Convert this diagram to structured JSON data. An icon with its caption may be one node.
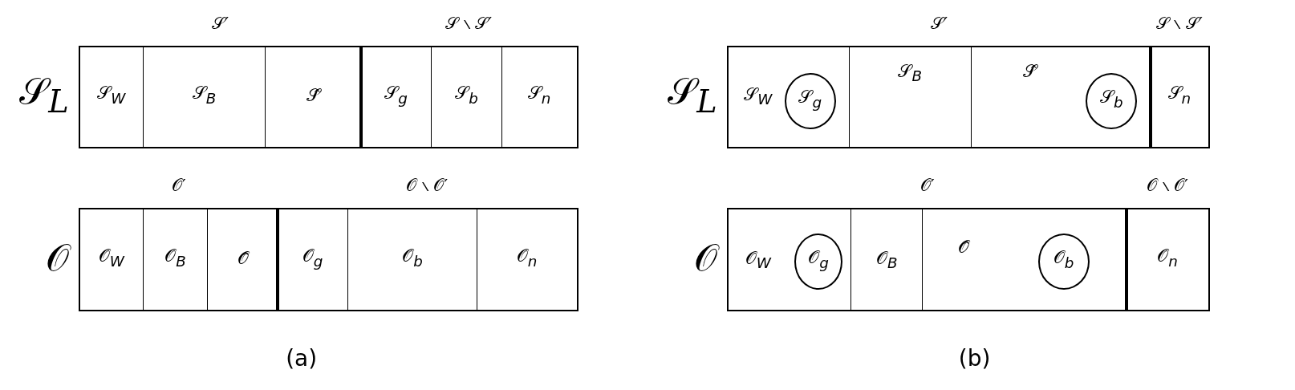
{
  "diagram": {
    "nodes": [
      {
        "text": [
          "𝒮$_{L}$"
        ]
      },
      {
        "text": [
          "𝒮′"
        ],
        "in": 0
      },
      {
        "text": [
          "𝒮$_{W}$"
        ],
        "in": 1
      },
      {
        "text": [
          "𝒮$_{B}$"
        ],
        "in": 1
      },
      {
        "text": [
          "𝒮̂"
        ],
        "in": 1
      },
      {
        "text": [
          "𝒮 ∖ 𝒮′"
        ],
        "in": 0
      },
      {
        "text": [
          "𝒮$_{g}$"
        ],
        "in": 5
      },
      {
        "text": [
          "𝒮$_{b}$"
        ],
        "in": 5
      },
      {
        "text": [
          "𝒮$_{n}$"
        ],
        "in": 5
      },
      {
        "text": [
          "𝒪"
        ]
      },
      {
        "text": [
          "𝒪′"
        ],
        "in": 9
      },
      {
        "text": [
          "𝒪$_{W}$"
        ],
        "in": 10
      },
      {
        "text": [
          "𝒪$_{B}$"
        ],
        "in": 10
      },
      {
        "text": [
          "𝒪̂"
        ],
        "in": 10
      },
      {
        "text": [
          "𝒪 ∖ 𝒪′"
        ],
        "in": 9
      },
      {
        "text": [
          "𝒪$_{g}$"
        ],
        "in": 14
      },
      {
        "text": [
          "𝒪$_{b}$"
        ],
        "in": 14
      },
      {
        "text": [
          "𝒪$_{n}$"
        ],
        "in": 14
      },
      {
        "text": [
          "𝒮$_{L}$"
        ]
      },
      {
        "text": [
          "𝒮′"
        ],
        "in": 18
      },
      {
        "text": [
          "𝒮$_{W}$"
        ],
        "in": 19
      },
      {
        "text": [
          "𝒮$_{g}$"
        ],
        "in": 20
      },
      {
        "text": [
          "𝒮$_{B}$"
        ],
        "in": 19
      },
      {
        "text": [
          "𝒮̂"
        ],
        "in": 19
      },
      {
        "text": [
          "𝒮$_{b}$"
        ],
        "in": 23
      },
      {
        "text": [
          "𝒮 ∖ 𝒮′"
        ],
        "in": 18
      },
      {
        "text": [
          "𝒮$_{n}$"
        ],
        "in": 25
      },
      {
        "text": [
          "𝒪"
        ]
      },
      {
        "text": [
          "𝒪′"
        ],
        "in": 27
      },
      {
        "text": [
          "𝒪$_{W}$"
        ],
        "in": 28
      },
      {
        "text": [
          "𝒪$_{g}$"
        ],
        "in": 29
      },
      {
        "text": [
          "𝒪$_{B}$"
        ],
        "in": 28
      },
      {
        "text": [
          "𝒪̂"
        ],
        "in": 28
      },
      {
        "text": [
          "𝒪$_{b}$"
        ],
        "in": 32
      },
      {
        "text": [
          "𝒪 ∖ 𝒪′"
        ],
        "in": 27
      },
      {
        "text": [
          "𝒪$_{n}$"
        ],
        "in": 34
      }
    ],
    "edges": [],
    "labels": [
      "(a)",
      "(b)"
    ]
  }
}
